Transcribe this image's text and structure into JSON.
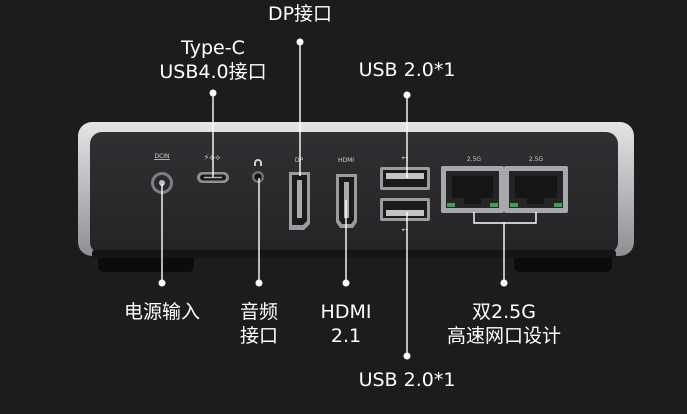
{
  "labels": {
    "dp": "DP接口",
    "typec_line1": "Type-C",
    "typec_line2": "USB4.0接口",
    "usb_top": "USB 2.0*1",
    "power": "电源输入",
    "audio_line1": "音频",
    "audio_line2": "接口",
    "hdmi_line1": "HDMI",
    "hdmi_line2": "2.1",
    "lan_line1": "双2.5G",
    "lan_line2": "高速网口设计",
    "usb_bottom": "USB 2.0*1"
  },
  "port_tags": {
    "dcin": "DCIN",
    "dp": "DP",
    "hdmi": "HDMI",
    "lan1": "2.5G",
    "lan2": "2.5G"
  },
  "colors": {
    "background": "#1c1c1d",
    "device_panel": "#2a2a2c",
    "device_shell": "#c9cacc",
    "callout": "#ffffff"
  }
}
